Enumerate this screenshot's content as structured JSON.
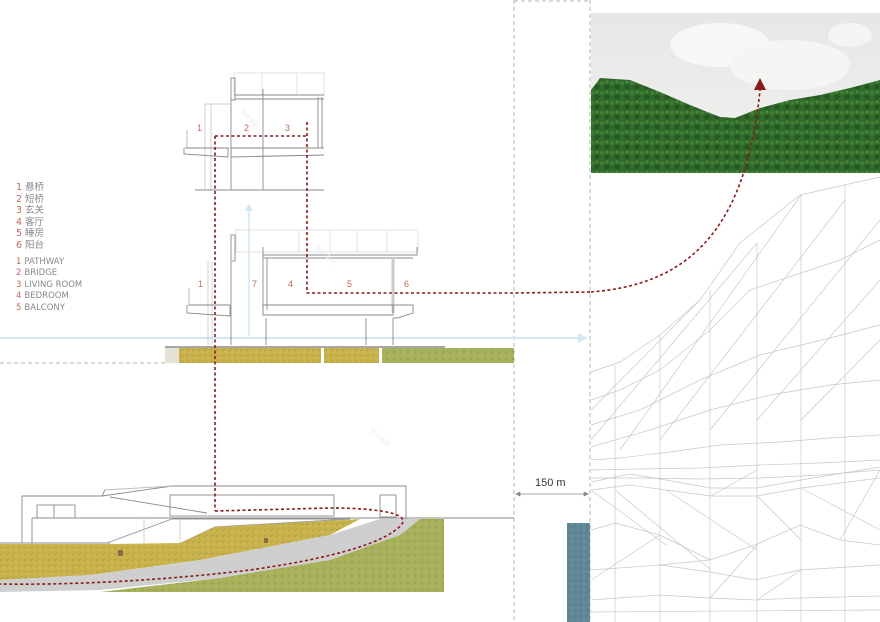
{
  "legend": {
    "cn": [
      {
        "num": "1",
        "label": "悬桥"
      },
      {
        "num": "2",
        "label": "短桥"
      },
      {
        "num": "3",
        "label": "玄关"
      },
      {
        "num": "4",
        "label": "客厅"
      },
      {
        "num": "5",
        "label": "睡房"
      },
      {
        "num": "6",
        "label": "阳台"
      }
    ],
    "en": [
      {
        "num": "1",
        "label": "PATHWAY"
      },
      {
        "num": "2",
        "label": "BRIDGE"
      },
      {
        "num": "3",
        "label": "LIVING ROOM"
      },
      {
        "num": "4",
        "label": "BEDROOM"
      },
      {
        "num": "5",
        "label": "BALCONY"
      }
    ]
  },
  "upper_section": {
    "room_labels": [
      "1",
      "2",
      "3"
    ]
  },
  "lower_section": {
    "room_labels": [
      "1",
      "7",
      "4",
      "5",
      "6"
    ]
  },
  "scale": {
    "label": "150 m"
  },
  "colors": {
    "route": "#8b1a1a",
    "accent_blue": "#cfe8f3",
    "label_red": "#c06a5f",
    "grass": "#c8b14a",
    "forest": "#2e6b2e",
    "water": "#5d8592",
    "mesh": "#c8c8c8",
    "dashed_frame": "#b5b5b5"
  }
}
